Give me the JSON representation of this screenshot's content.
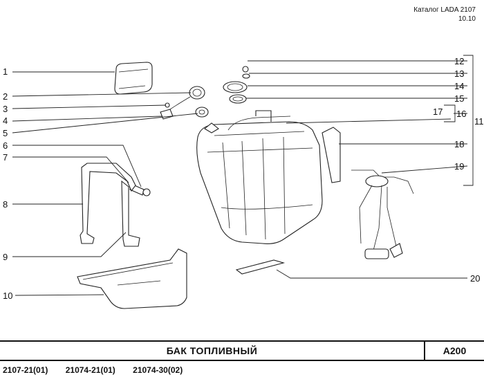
{
  "header": {
    "catalog": "Каталог LADA 2107",
    "date": "10.10"
  },
  "title": "БАК   ТОПЛИВНЫЙ",
  "page_code": "A200",
  "models": [
    "2107-21(01)",
    "21074-21(01)",
    "21074-30(02)"
  ],
  "callouts": [
    "1",
    "2",
    "3",
    "4",
    "5",
    "6",
    "7",
    "8",
    "9",
    "10",
    "11",
    "12",
    "13",
    "14",
    "15",
    "16",
    "17",
    "18",
    "19",
    "20"
  ]
}
